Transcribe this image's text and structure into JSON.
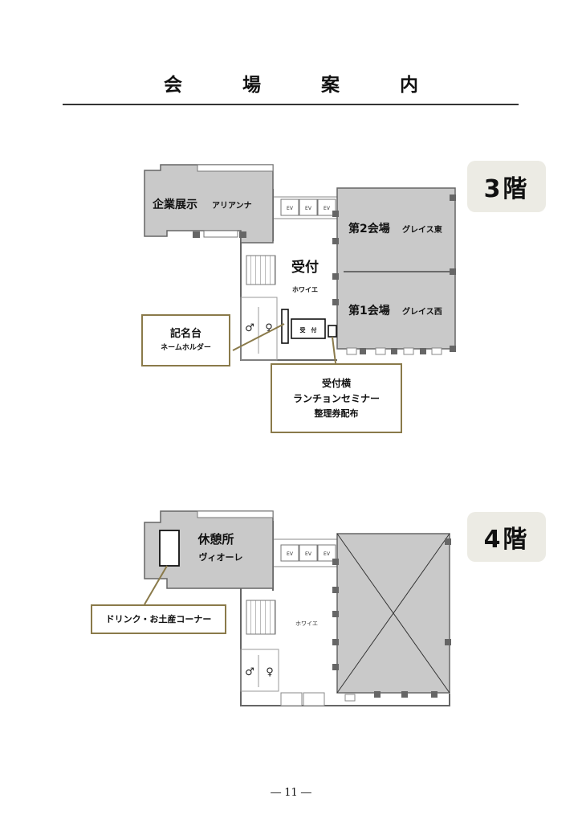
{
  "page": {
    "title": "会　場　案　内",
    "page_number": "― 11 ―"
  },
  "floor3": {
    "badge": "3階",
    "rooms": {
      "exhibit_name": "企業展示",
      "exhibit_sub": "アリアンナ",
      "hall2_name": "第2会場",
      "hall2_sub": "グレイス東",
      "hall1_name": "第1会場",
      "hall1_sub": "グレイス西",
      "reception_name": "受付",
      "foyer": "ホワイエ",
      "desk": "受　付",
      "ev_labels": [
        "EV",
        "EV",
        "EV"
      ]
    },
    "callouts": {
      "signin_line1": "記名台",
      "signin_line2": "ネームホルダー",
      "lunch_line1": "受付横",
      "lunch_line2": "ランチョンセミナー",
      "lunch_line3": "整理券配布"
    }
  },
  "floor4": {
    "badge": "4階",
    "rooms": {
      "lounge_name": "休憩所",
      "lounge_sub": "ヴィオーレ",
      "foyer": "ホワイエ",
      "ev_labels": [
        "EV",
        "EV",
        "EV"
      ]
    },
    "callouts": {
      "drink_line1": "ドリンク・お土産コーナー"
    }
  },
  "colors": {
    "room_fill": "#c9c9c9",
    "callout_border": "#8a7a4a",
    "badge_bg": "#ecebe4",
    "wall": "#555555"
  }
}
